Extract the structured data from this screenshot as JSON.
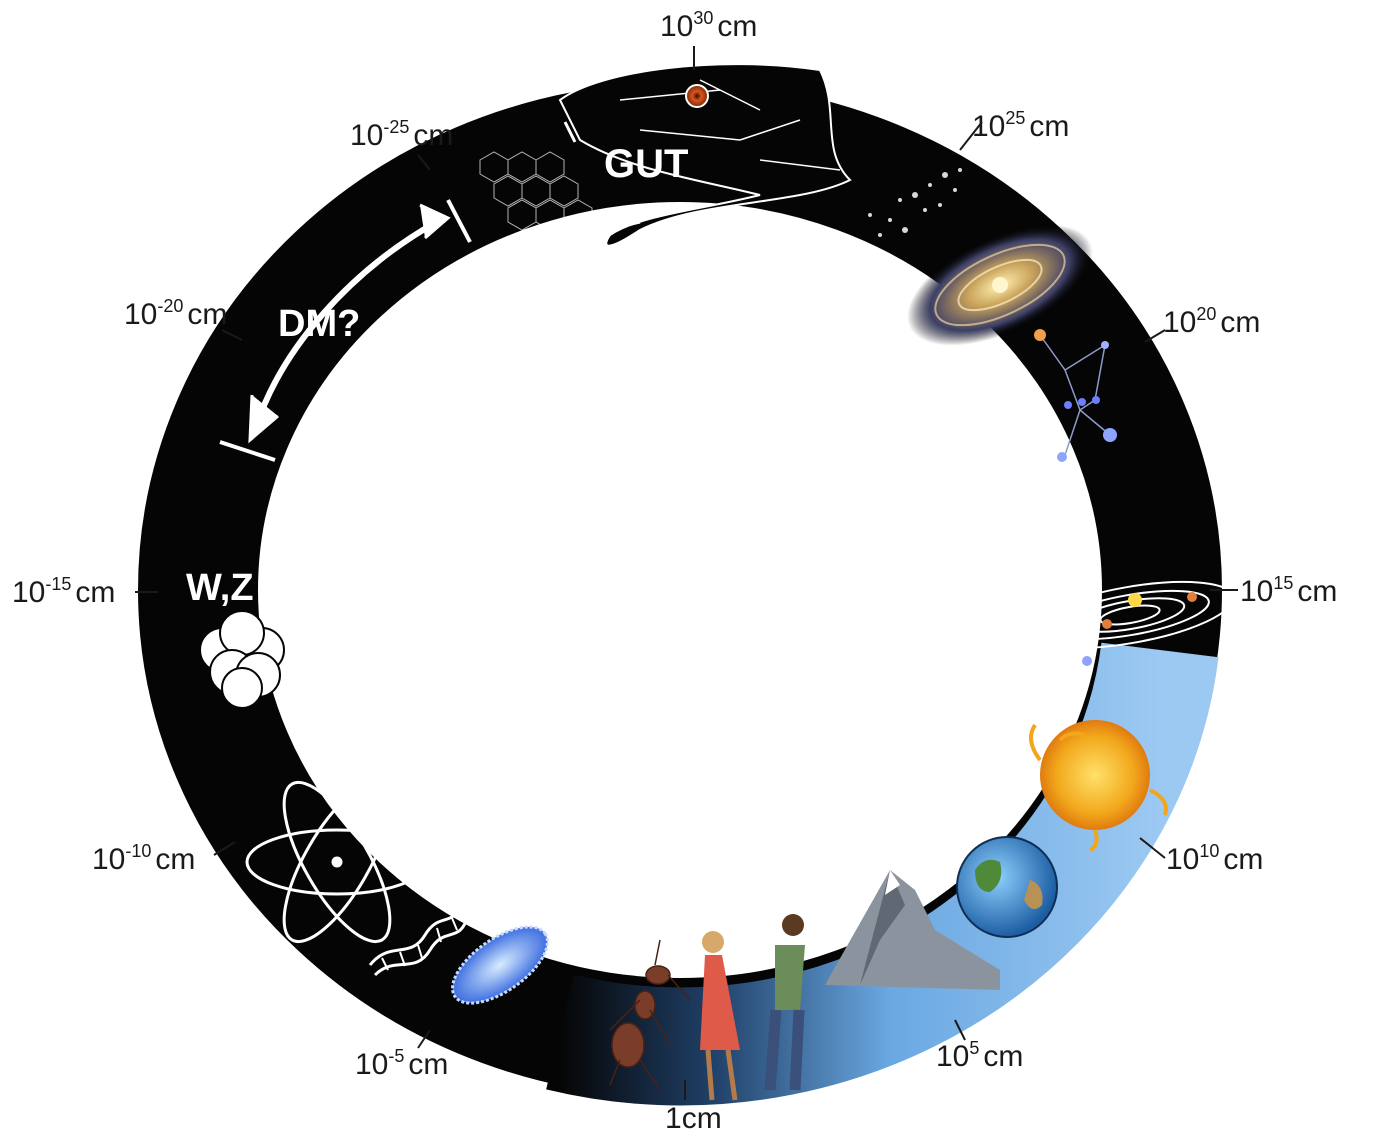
{
  "diagram": {
    "scale_labels": [
      {
        "id": "1e30",
        "base": "10",
        "exp": "30",
        "unit": "cm"
      },
      {
        "id": "1e25",
        "base": "10",
        "exp": "25",
        "unit": "cm"
      },
      {
        "id": "1e20",
        "base": "10",
        "exp": "20",
        "unit": "cm"
      },
      {
        "id": "1e15",
        "base": "10",
        "exp": "15",
        "unit": "cm"
      },
      {
        "id": "1e10",
        "base": "10",
        "exp": "10",
        "unit": "cm"
      },
      {
        "id": "1e5",
        "base": "10",
        "exp": "5",
        "unit": "cm"
      },
      {
        "id": "1e0",
        "base": "1",
        "exp": "",
        "unit": "cm"
      },
      {
        "id": "1e-5",
        "base": "10",
        "exp": "-5",
        "unit": "cm"
      },
      {
        "id": "1e-10",
        "base": "10",
        "exp": "-10",
        "unit": "cm"
      },
      {
        "id": "1e-15",
        "base": "10",
        "exp": "-15",
        "unit": "cm"
      },
      {
        "id": "1e-20",
        "base": "10",
        "exp": "-20",
        "unit": "cm"
      },
      {
        "id": "1e-25",
        "base": "10",
        "exp": "-25",
        "unit": "cm"
      }
    ],
    "inner_labels": {
      "gut": "GUT",
      "dark_matter": "DM?",
      "weak_bosons": "W,Z"
    },
    "icons": [
      "snake-head-icon",
      "galaxy-cluster-icon",
      "spiral-galaxy-icon",
      "constellation-icon",
      "solar-system-icon",
      "sun-icon",
      "earth-icon",
      "mountain-icon",
      "couple-icon",
      "ant-icon",
      "bacterium-icon",
      "dna-icon",
      "atom-icon",
      "nucleus-icon"
    ],
    "colors": {
      "ring": "#050505",
      "sky_light": "#79b4ec",
      "sky_mid": "#2a5a8e",
      "label_text": "#1a1a1a",
      "inner_text": "#ffffff",
      "eye": "#d9541c"
    }
  }
}
